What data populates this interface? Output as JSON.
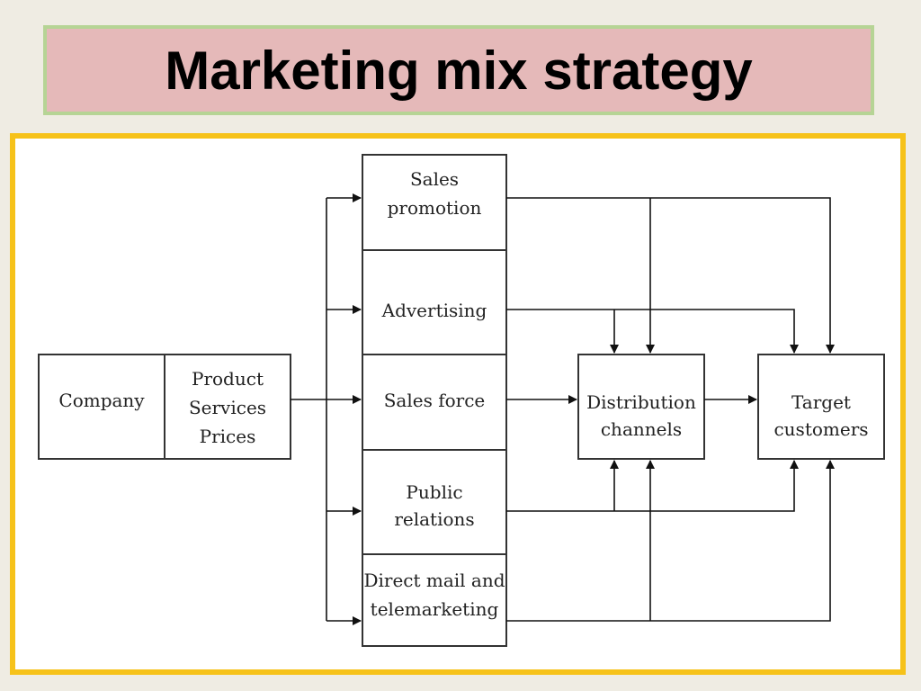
{
  "title": "Marketing mix strategy",
  "diagram": {
    "company": "Company",
    "offer": [
      "Product",
      "Services",
      "Prices"
    ],
    "tools": {
      "sales_promotion": [
        "Sales",
        "promotion"
      ],
      "advertising": [
        "Advertising"
      ],
      "sales_force": [
        "Sales force"
      ],
      "public_relations": [
        "Public",
        "relations"
      ],
      "direct_mail": [
        "Direct mail and",
        "telemarketing"
      ]
    },
    "distribution": [
      "Distribution",
      "channels"
    ],
    "target": [
      "Target",
      "customers"
    ]
  }
}
